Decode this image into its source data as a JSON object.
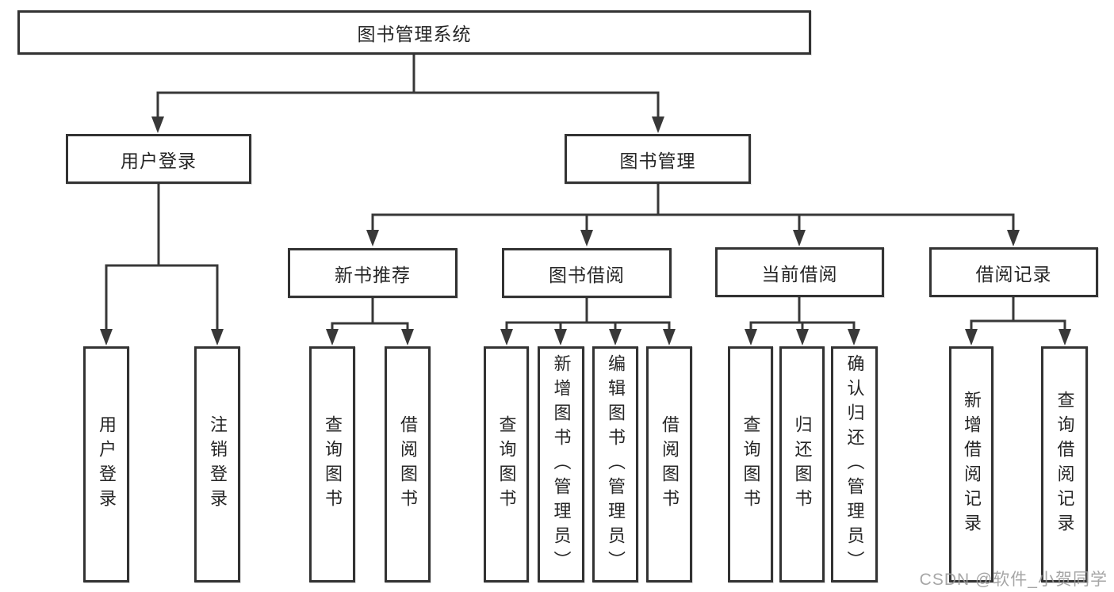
{
  "tree": {
    "root": "图书管理系统",
    "children": [
      {
        "label": "用户登录",
        "children": [
          "用户登录",
          "注销登录"
        ]
      },
      {
        "label": "图书管理",
        "children": [
          {
            "label": "新书推荐",
            "children": [
              "查询图书",
              "借阅图书"
            ]
          },
          {
            "label": "图书借阅",
            "children": [
              "查询图书",
              "新增图书（管理员）",
              "编辑图书（管理员）",
              "借阅图书"
            ]
          },
          {
            "label": "当前借阅",
            "children": [
              "查询图书",
              "归还图书",
              "确认归还（管理员）"
            ]
          },
          {
            "label": "借阅记录",
            "children": [
              "新增借阅记录",
              "查询借阅记录"
            ]
          }
        ]
      }
    ]
  },
  "watermark": "CSDN @软件_小贺同学",
  "colors": {
    "line": "#383838",
    "box_border": "#333333",
    "box_background": "#ffffff",
    "text": "#262626",
    "watermark": "#9a9a9a"
  }
}
